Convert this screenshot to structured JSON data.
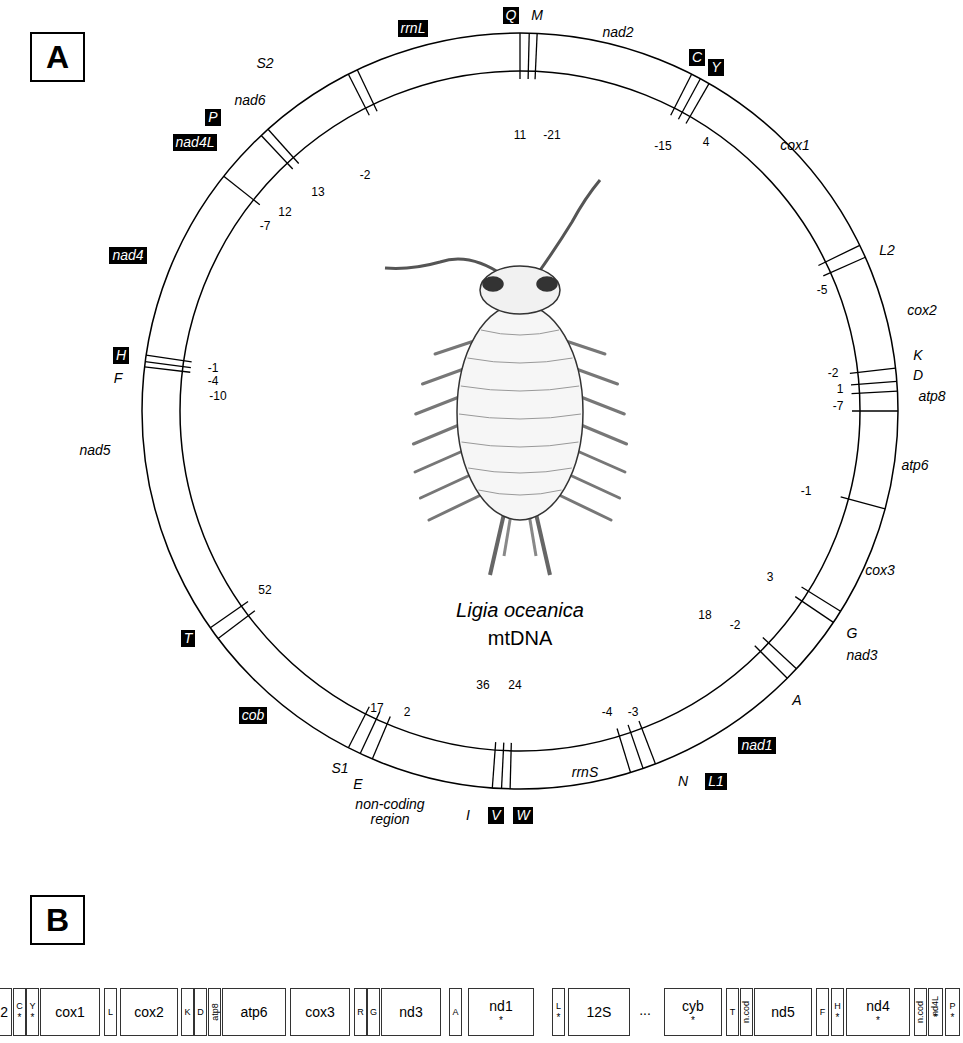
{
  "diagram": {
    "nodes": [
      {
        "text": [
          "A"
        ]
      },
      {
        "text": [
          "rrnL"
        ]
      },
      {
        "text": [
          "Q"
        ]
      },
      {
        "text": [
          "C"
        ]
      },
      {
        "text": [
          "Y"
        ]
      },
      {
        "text": [
          "nad1"
        ]
      },
      {
        "text": [
          "L1"
        ]
      },
      {
        "text": [
          "W"
        ]
      },
      {
        "text": [
          "V"
        ]
      },
      {
        "text": [
          "cob"
        ]
      },
      {
        "text": [
          "T"
        ]
      },
      {
        "text": [
          "H"
        ]
      },
      {
        "text": [
          "nad4"
        ]
      },
      {
        "text": [
          "nad4L"
        ]
      },
      {
        "text": [
          "P"
        ]
      },
      {
        "text": [
          "B"
        ]
      },
      {
        "text": [
          "2"
        ]
      },
      {
        "text": [
          "C",
          "*"
        ]
      },
      {
        "text": [
          "Y",
          "*"
        ]
      },
      {
        "text": [
          "cox1"
        ]
      },
      {
        "text": [
          "L"
        ]
      },
      {
        "text": [
          "cox2"
        ]
      },
      {
        "text": [
          "K"
        ]
      },
      {
        "text": [
          "D"
        ]
      },
      {
        "text": [
          "atp8"
        ]
      },
      {
        "text": [
          "atp6"
        ]
      },
      {
        "text": [
          "cox3"
        ]
      },
      {
        "text": [
          "R"
        ]
      },
      {
        "text": [
          "G"
        ]
      },
      {
        "text": [
          "nd3"
        ]
      },
      {
        "text": [
          "A"
        ]
      },
      {
        "text": [
          "nd1",
          "*"
        ]
      },
      {
        "text": [
          "L",
          "*"
        ]
      },
      {
        "text": [
          "12S"
        ]
      },
      {
        "text": [
          "cyb",
          "*"
        ]
      },
      {
        "text": [
          "T"
        ]
      },
      {
        "text": [
          "n.cod"
        ]
      },
      {
        "text": [
          "nd5"
        ]
      },
      {
        "text": [
          "F"
        ]
      },
      {
        "text": [
          "H",
          "*"
        ]
      },
      {
        "text": [
          "nd4",
          "*"
        ]
      },
      {
        "text": [
          "n.cod"
        ]
      },
      {
        "text": [
          "nd4L",
          "*"
        ]
      },
      {
        "text": [
          "P",
          "*"
        ]
      }
    ],
    "labels": [
      "M",
      "nad2",
      "cox1",
      "L2",
      "cox2",
      "K",
      "D",
      "atp8",
      "atp6",
      "cox3",
      "G",
      "nad3",
      "A",
      "N",
      "rrnS",
      "I",
      "non-coding region",
      "E",
      "S1",
      "nad5",
      "F",
      "nad6",
      "S2",
      "11",
      "-21",
      "-15",
      "4",
      "-5",
      "-2",
      "1",
      "-7",
      "-1",
      "3",
      "-2",
      "18",
      "-4",
      "-3",
      "36",
      "24",
      "17",
      "2",
      "52",
      "-1",
      "-4",
      "-10",
      "-7",
      "12",
      "13",
      "-2",
      "Ligia oceanica",
      "mtDNA",
      "..."
    ]
  }
}
